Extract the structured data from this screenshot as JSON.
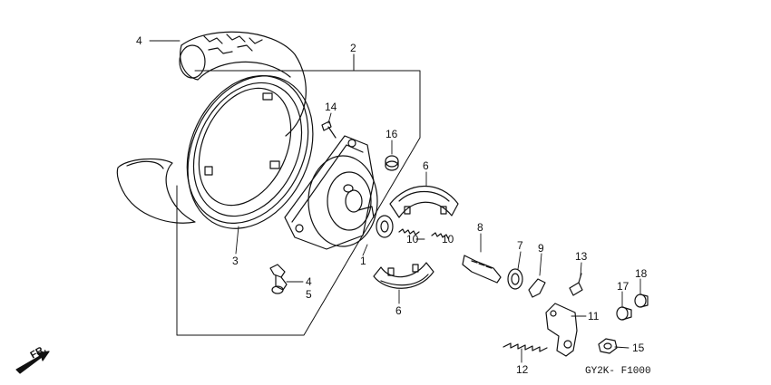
{
  "diagram": {
    "drawing_code": "GY2K- F1000",
    "direction_label": "FR.",
    "callouts": [
      {
        "id": "c4a",
        "text": "4"
      },
      {
        "id": "c2",
        "text": "2"
      },
      {
        "id": "c14",
        "text": "14"
      },
      {
        "id": "c16",
        "text": "16"
      },
      {
        "id": "c6a",
        "text": "6"
      },
      {
        "id": "c8",
        "text": "8"
      },
      {
        "id": "c10a",
        "text": "10"
      },
      {
        "id": "c10b",
        "text": "10"
      },
      {
        "id": "c7",
        "text": "7"
      },
      {
        "id": "c9",
        "text": "9"
      },
      {
        "id": "c13",
        "text": "13"
      },
      {
        "id": "c17",
        "text": "17"
      },
      {
        "id": "c18",
        "text": "18"
      },
      {
        "id": "c3",
        "text": "3"
      },
      {
        "id": "c1",
        "text": "1"
      },
      {
        "id": "c4b",
        "text": "4"
      },
      {
        "id": "c5",
        "text": "5"
      },
      {
        "id": "c6b",
        "text": "6"
      },
      {
        "id": "c11",
        "text": "11"
      },
      {
        "id": "c12",
        "text": "12"
      },
      {
        "id": "c15",
        "text": "15"
      }
    ]
  }
}
